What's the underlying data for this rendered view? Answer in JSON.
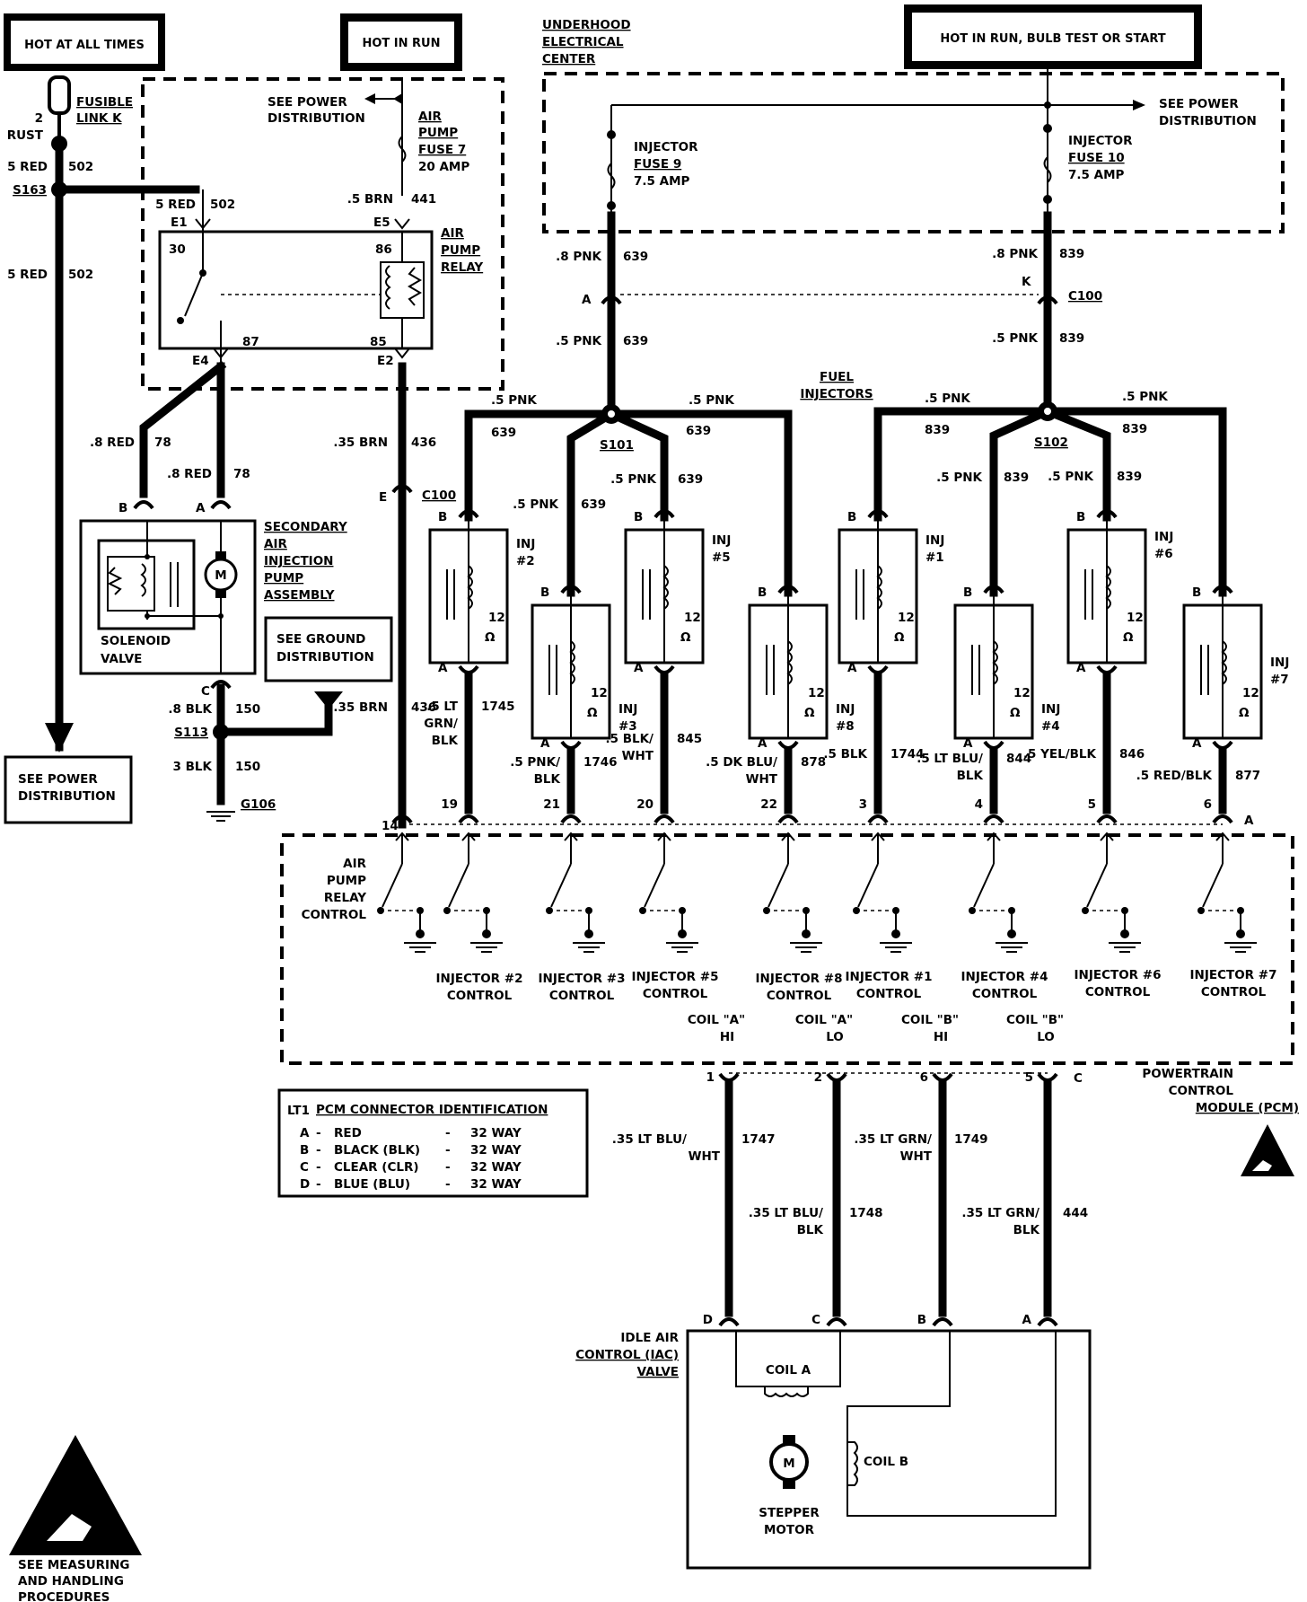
{
  "headers": {
    "always": "HOT AT ALL TIMES",
    "run": "HOT IN RUN",
    "run_bulb": "HOT IN RUN, BULB TEST OR START"
  },
  "left": {
    "fusible": [
      "FUSIBLE",
      "LINK K"
    ],
    "fusible_wire": [
      "2",
      "RUST"
    ],
    "w502a": [
      "5 RED",
      "502"
    ],
    "s163": "S163",
    "w502b": [
      "5 RED",
      "502"
    ],
    "see_power": [
      "SEE POWER",
      "DISTRIBUTION"
    ]
  },
  "relay": {
    "see_power": [
      "SEE POWER",
      "DISTRIBUTION"
    ],
    "fuse": [
      "AIR",
      "PUMP",
      "FUSE 7",
      "20 AMP"
    ],
    "w441": [
      ".5 BRN",
      "441"
    ],
    "w502": [
      "5 RED",
      "502"
    ],
    "e1": "E1",
    "e5": "E5",
    "e4": "E4",
    "e2": "E2",
    "t30": "30",
    "t86": "86",
    "t87": "87",
    "t85": "85",
    "name": [
      "AIR",
      "PUMP",
      "RELAY"
    ]
  },
  "pump": {
    "w78a": [
      ".8 RED",
      "78"
    ],
    "w78b": [
      ".8 RED",
      "78"
    ],
    "pin_b": "B",
    "pin_a": "A",
    "motor": "M",
    "name": [
      "SECONDARY",
      "AIR",
      "INJECTION",
      "PUMP",
      "ASSEMBLY"
    ],
    "solenoid": [
      "SOLENOID",
      "VALVE"
    ],
    "see_ground": [
      "SEE GROUND",
      "DISTRIBUTION"
    ],
    "pin_c": "C",
    "w150a": [
      ".8 BLK",
      "150"
    ],
    "s113": "S113",
    "w150b": [
      "3 BLK",
      "150"
    ],
    "g106": "G106",
    "w436a": [
      ".35 BRN",
      "436"
    ],
    "c100": "C100",
    "pin_e": "E",
    "w436b": [
      ".35 BRN",
      "436"
    ]
  },
  "uec": {
    "name": [
      "UNDERHOOD",
      "ELECTRICAL",
      "CENTER"
    ],
    "see_power": [
      "SEE POWER",
      "DISTRIBUTION"
    ],
    "fuse9": [
      "INJECTOR",
      "FUSE 9",
      "7.5 AMP"
    ],
    "fuse10": [
      "INJECTOR",
      "FUSE 10",
      "7.5 AMP"
    ],
    "w639a": [
      ".8 PNK",
      "639"
    ],
    "w839a": [
      ".8 PNK",
      "839"
    ],
    "pin_a": "A",
    "pin_k": "K",
    "c100": "C100",
    "w639b": [
      ".5 PNK",
      "639"
    ],
    "w839b": [
      ".5 PNK",
      "839"
    ],
    "fuel_injectors": [
      "FUEL",
      "INJECTORS"
    ],
    "s101": "S101",
    "s102": "S102"
  },
  "injectors": [
    {
      "name": "INJ",
      "num": "#2",
      "b_wire": [
        ".5 PNK",
        "639"
      ],
      "a_wire": [
        ".5 LT",
        "GRN/",
        "BLK"
      ],
      "a_circuit": "1745",
      "pin": "19",
      "ctrl": [
        "INJECTOR #2",
        "CONTROL"
      ]
    },
    {
      "name": "INJ",
      "num": "#3",
      "b_wire": [
        ".5 PNK",
        "639"
      ],
      "a_wire": [
        ".5 PNK/",
        "BLK"
      ],
      "a_circuit": "1746",
      "pin": "21",
      "ctrl": [
        "INJECTOR #3",
        "CONTROL"
      ]
    },
    {
      "name": "INJ",
      "num": "#5",
      "b_wire": [
        ".5 PNK",
        "639"
      ],
      "a_wire": [
        ".5 BLK/",
        "WHT"
      ],
      "a_circuit": "845",
      "pin": "20",
      "ctrl": [
        "INJECTOR #5",
        "CONTROL"
      ]
    },
    {
      "name": "INJ",
      "num": "#8",
      "b_wire": [
        ".5 PNK",
        "639"
      ],
      "a_wire": [
        ".5 DK BLU/",
        "WHT"
      ],
      "a_circuit": "878",
      "pin": "22",
      "ctrl": [
        "INJECTOR #8",
        "CONTROL"
      ]
    },
    {
      "name": "INJ",
      "num": "#1",
      "b_wire": [
        ".5 PNK",
        "839"
      ],
      "a_wire": [
        ".5 BLK"
      ],
      "a_circuit": "1744",
      "pin": "3",
      "ctrl": [
        "INJECTOR #1",
        "CONTROL"
      ]
    },
    {
      "name": "INJ",
      "num": "#4",
      "b_wire": [
        ".5 PNK",
        "839"
      ],
      "a_wire": [
        ".5 LT BLU/",
        "BLK"
      ],
      "a_circuit": "844",
      "pin": "4",
      "ctrl": [
        "INJECTOR #4",
        "CONTROL"
      ]
    },
    {
      "name": "INJ",
      "num": "#6",
      "b_wire": [
        ".5 PNK",
        "839"
      ],
      "a_wire": [
        ".5 YEL/BLK"
      ],
      "a_circuit": "846",
      "pin": "5",
      "ctrl": [
        "INJECTOR #6",
        "CONTROL"
      ]
    },
    {
      "name": "INJ",
      "num": "#7",
      "b_wire": [
        ".5 PNK",
        "839"
      ],
      "a_wire": [
        ".5 RED/BLK"
      ],
      "a_circuit": "877",
      "pin": "6",
      "ctrl": [
        "INJECTOR #7",
        "CONTROL"
      ]
    }
  ],
  "inj_common": {
    "pin_b": "B",
    "pin_a": "A",
    "ohms": "12",
    "omega": "Ω"
  },
  "pcm": {
    "pin14": "14",
    "air_ctrl": [
      "AIR",
      "PUMP",
      "RELAY",
      "CONTROL"
    ],
    "conn_a": "A",
    "coil_labels": [
      [
        "COIL \"A\"",
        "HI"
      ],
      [
        "COIL \"A\"",
        "LO"
      ],
      [
        "COIL \"B\"",
        "HI"
      ],
      [
        "COIL \"B\"",
        "LO"
      ]
    ],
    "coil_pins": [
      "1",
      "2",
      "6",
      "5"
    ],
    "conn_c": "C",
    "name": [
      "POWERTRAIN",
      "CONTROL",
      "MODULE (PCM)"
    ]
  },
  "lt1": {
    "title_a": "LT1",
    "title_b": "PCM CONNECTOR IDENTIFICATION",
    "rows": [
      {
        "pin": "A",
        "dash": "-",
        "name": "RED",
        "sep": "-",
        "size": "32 WAY"
      },
      {
        "pin": "B",
        "dash": "-",
        "name": "BLACK (BLK)",
        "sep": "-",
        "size": "32 WAY"
      },
      {
        "pin": "C",
        "dash": "-",
        "name": "CLEAR (CLR)",
        "sep": "-",
        "size": "32 WAY"
      },
      {
        "pin": "D",
        "dash": "-",
        "name": "BLUE (BLU)",
        "sep": "-",
        "size": "32 WAY"
      }
    ]
  },
  "iac": {
    "w1747": [
      ".35 LT BLU/",
      "WHT"
    ],
    "c1747": "1747",
    "w1748": [
      ".35 LT BLU/",
      "BLK"
    ],
    "c1748": "1748",
    "w1749": [
      ".35 LT GRN/",
      "WHT"
    ],
    "c1749": "1749",
    "w444": [
      ".35 LT GRN/",
      "BLK"
    ],
    "c444": "444",
    "pins": [
      "D",
      "C",
      "B",
      "A"
    ],
    "name": [
      "IDLE AIR",
      "CONTROL (IAC)",
      "VALVE"
    ],
    "coil_a": "COIL A",
    "coil_b": "COIL B",
    "motor": "M",
    "stepper": [
      "STEPPER",
      "MOTOR"
    ]
  },
  "esd": [
    "SEE MEASURING",
    "AND HANDLING",
    "PROCEDURES"
  ]
}
